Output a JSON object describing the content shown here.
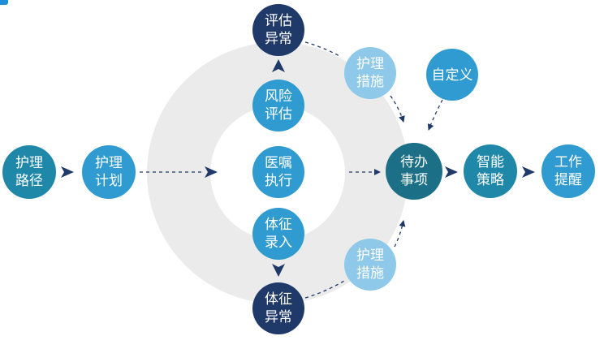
{
  "colors": {
    "ring": "#ebebeb",
    "teal_dark": "#1b6f86",
    "teal": "#1f87a8",
    "blue_mid": "#2f9bd0",
    "blue_light": "#8ec9ea",
    "navy": "#1f3a68",
    "arrow": "#1f3a68"
  },
  "nodes": {
    "care_path": {
      "line1": "护理",
      "line2": "路径"
    },
    "care_plan": {
      "line1": "护理",
      "line2": "计划"
    },
    "risk_assessment": {
      "line1": "风险",
      "line2": "评估"
    },
    "assessment_abnormal": {
      "line1": "评估",
      "line2": "异常"
    },
    "medical_order": {
      "line1": "医嘱",
      "line2": "执行"
    },
    "vital_entry": {
      "line1": "体征",
      "line2": "录入"
    },
    "vital_abnormal": {
      "line1": "体征",
      "line2": "异常"
    },
    "care_measure_top": {
      "line1": "护理",
      "line2": "措施"
    },
    "care_measure_bottom": {
      "line1": "护理",
      "line2": "措施"
    },
    "custom": {
      "label": "自定义"
    },
    "todo": {
      "line1": "待办",
      "line2": "事项"
    },
    "smart_strategy": {
      "line1": "智能",
      "line2": "策略"
    },
    "work_reminder": {
      "line1": "工作",
      "line2": "提醒"
    }
  }
}
